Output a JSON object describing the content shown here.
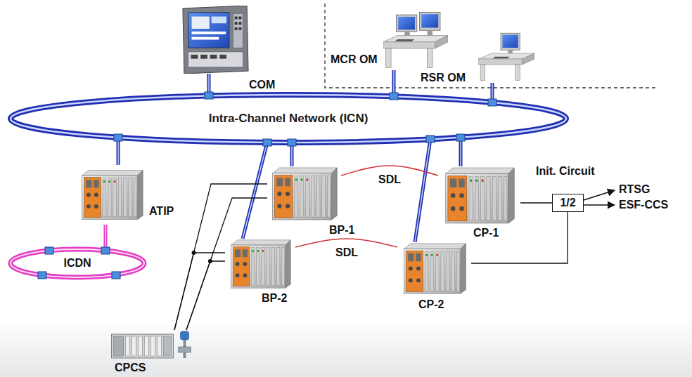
{
  "diagram": {
    "nodes": [
      {
        "text": [
          "COM"
        ]
      },
      {
        "text": [
          "MCR OM"
        ]
      },
      {
        "text": [
          "RSR OM"
        ]
      },
      {
        "text": [
          "Intra-Channel Network (ICN)"
        ]
      },
      {
        "text": [
          "ATIP"
        ]
      },
      {
        "text": [
          "ICDN"
        ]
      },
      {
        "text": [
          "BP-1"
        ]
      },
      {
        "text": [
          "CP-1"
        ]
      },
      {
        "text": [
          "BP-2"
        ]
      },
      {
        "text": [
          "CP-2"
        ]
      },
      {
        "text": [
          "CPCS"
        ]
      },
      {
        "text": [
          "Init. Circuit",
          "1/2"
        ]
      }
    ],
    "edges": [
      {
        "from": 0,
        "to": 3,
        "arrow": "none"
      },
      {
        "from": 1,
        "to": 3,
        "arrow": "none"
      },
      {
        "from": 2,
        "to": 3,
        "arrow": "none"
      },
      {
        "from": 4,
        "to": 3,
        "arrow": "none"
      },
      {
        "from": 6,
        "to": 3,
        "arrow": "none"
      },
      {
        "from": 8,
        "to": 3,
        "arrow": "none"
      },
      {
        "from": 7,
        "to": 3,
        "arrow": "none"
      },
      {
        "from": 9,
        "to": 3,
        "arrow": "none"
      },
      {
        "from": 4,
        "to": 5,
        "arrow": "none"
      },
      {
        "from": 6,
        "to": 7,
        "label": "SDL",
        "arrow": "none"
      },
      {
        "from": 8,
        "to": 9,
        "label": "SDL",
        "arrow": "none"
      },
      {
        "from": 7,
        "to": 11,
        "arrow": "none"
      },
      {
        "from": 9,
        "to": 11,
        "arrow": "none"
      },
      {
        "from": 10,
        "to": 6,
        "arrow": "none"
      },
      {
        "from": 10,
        "to": 6,
        "arrow": "none"
      },
      {
        "from": 10,
        "to": 8,
        "arrow": "none"
      },
      {
        "from": 10,
        "to": 8,
        "arrow": "none"
      }
    ],
    "labels": [
      "RTSG",
      "ESF-CCS"
    ]
  }
}
